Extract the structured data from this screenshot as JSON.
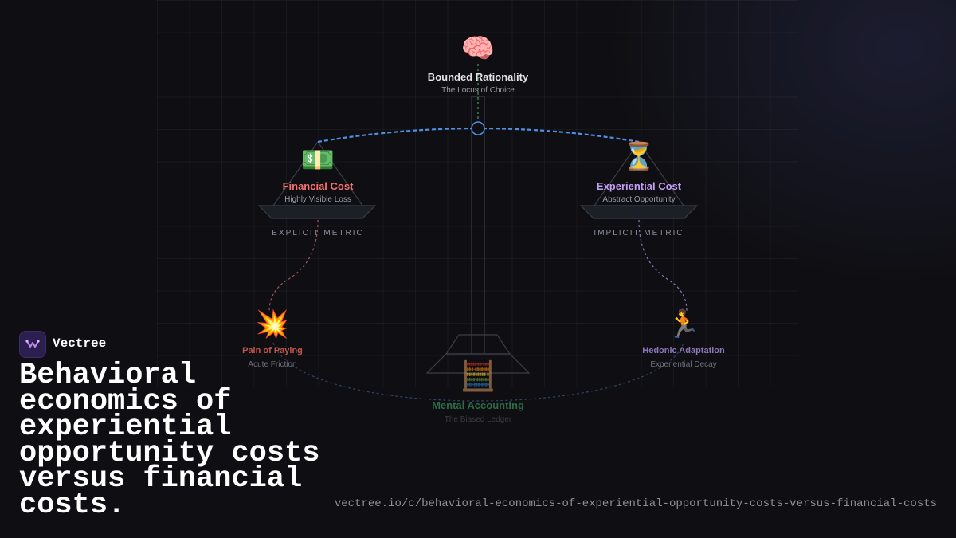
{
  "brand": {
    "name": "Vectree"
  },
  "headline": "Behavioral economics of experiential opportunity costs versus financial costs.",
  "url": "vectree.io/c/behavioral-economics-of-experiential-opportunity-costs-versus-financial-costs",
  "diagram": {
    "top": {
      "icon": "brain-icon",
      "glyph": "🧠",
      "title": "Bounded Rationality",
      "subtitle": "The Locus of Choice"
    },
    "left": {
      "icon": "money-icon",
      "glyph": "💵",
      "title": "Financial Cost",
      "subtitle": "Highly Visible Loss",
      "metric": "EXPLICIT METRIC"
    },
    "right": {
      "icon": "hourglass-icon",
      "glyph": "⏳",
      "title": "Experiential Cost",
      "subtitle": "Abstract Opportunity",
      "metric": "IMPLICIT METRIC"
    },
    "bottom_left": {
      "icon": "explosion-icon",
      "glyph": "💥",
      "title": "Pain of Paying",
      "subtitle": "Acute Friction"
    },
    "bottom_right": {
      "icon": "runner-icon",
      "glyph": "🏃",
      "title": "Hedonic Adaptation",
      "subtitle": "Experiential Decay"
    },
    "bottom_center": {
      "icon": "abacus-icon",
      "glyph": "🧮",
      "title": "Mental Accounting",
      "subtitle": "The Biased Ledger"
    }
  },
  "colors": {
    "background": "#0f0f13",
    "beam": "#4f8fe6",
    "connector_green": "#3a8a5c",
    "financial": "#f87171",
    "experiential": "#c4a0f5",
    "pain": "#c0574f",
    "hedonic": "#8a78b8",
    "mental": "#2f6b45"
  }
}
